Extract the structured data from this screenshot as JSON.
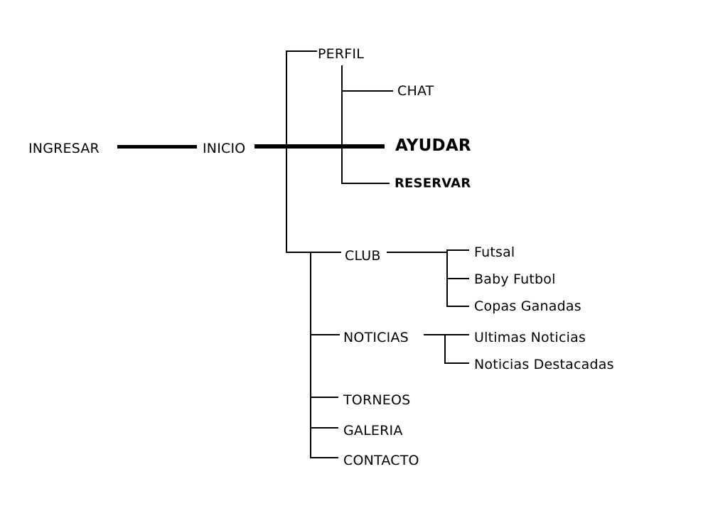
{
  "diagram": {
    "type": "sitemap-tree",
    "nodes": {
      "ingresar": "INGRESAR",
      "inicio": "INICIO",
      "perfil": "PERFIL",
      "chat": "CHAT",
      "ayudar": "AYUDAR",
      "reservar": "RESERVAR",
      "club": "CLUB",
      "futsal": "Futsal",
      "baby_futbol": "Baby Futbol",
      "copas_ganadas": "Copas Ganadas",
      "noticias": "NOTICIAS",
      "ultimas_noticias": "Ultimas Noticias",
      "noticias_destacadas": "Noticias Destacadas",
      "torneos": "TORNEOS",
      "galeria": "GALERIA",
      "contacto": "CONTACTO"
    },
    "colors": {
      "line": "#000000",
      "text": "#000000",
      "background": "#ffffff"
    }
  }
}
